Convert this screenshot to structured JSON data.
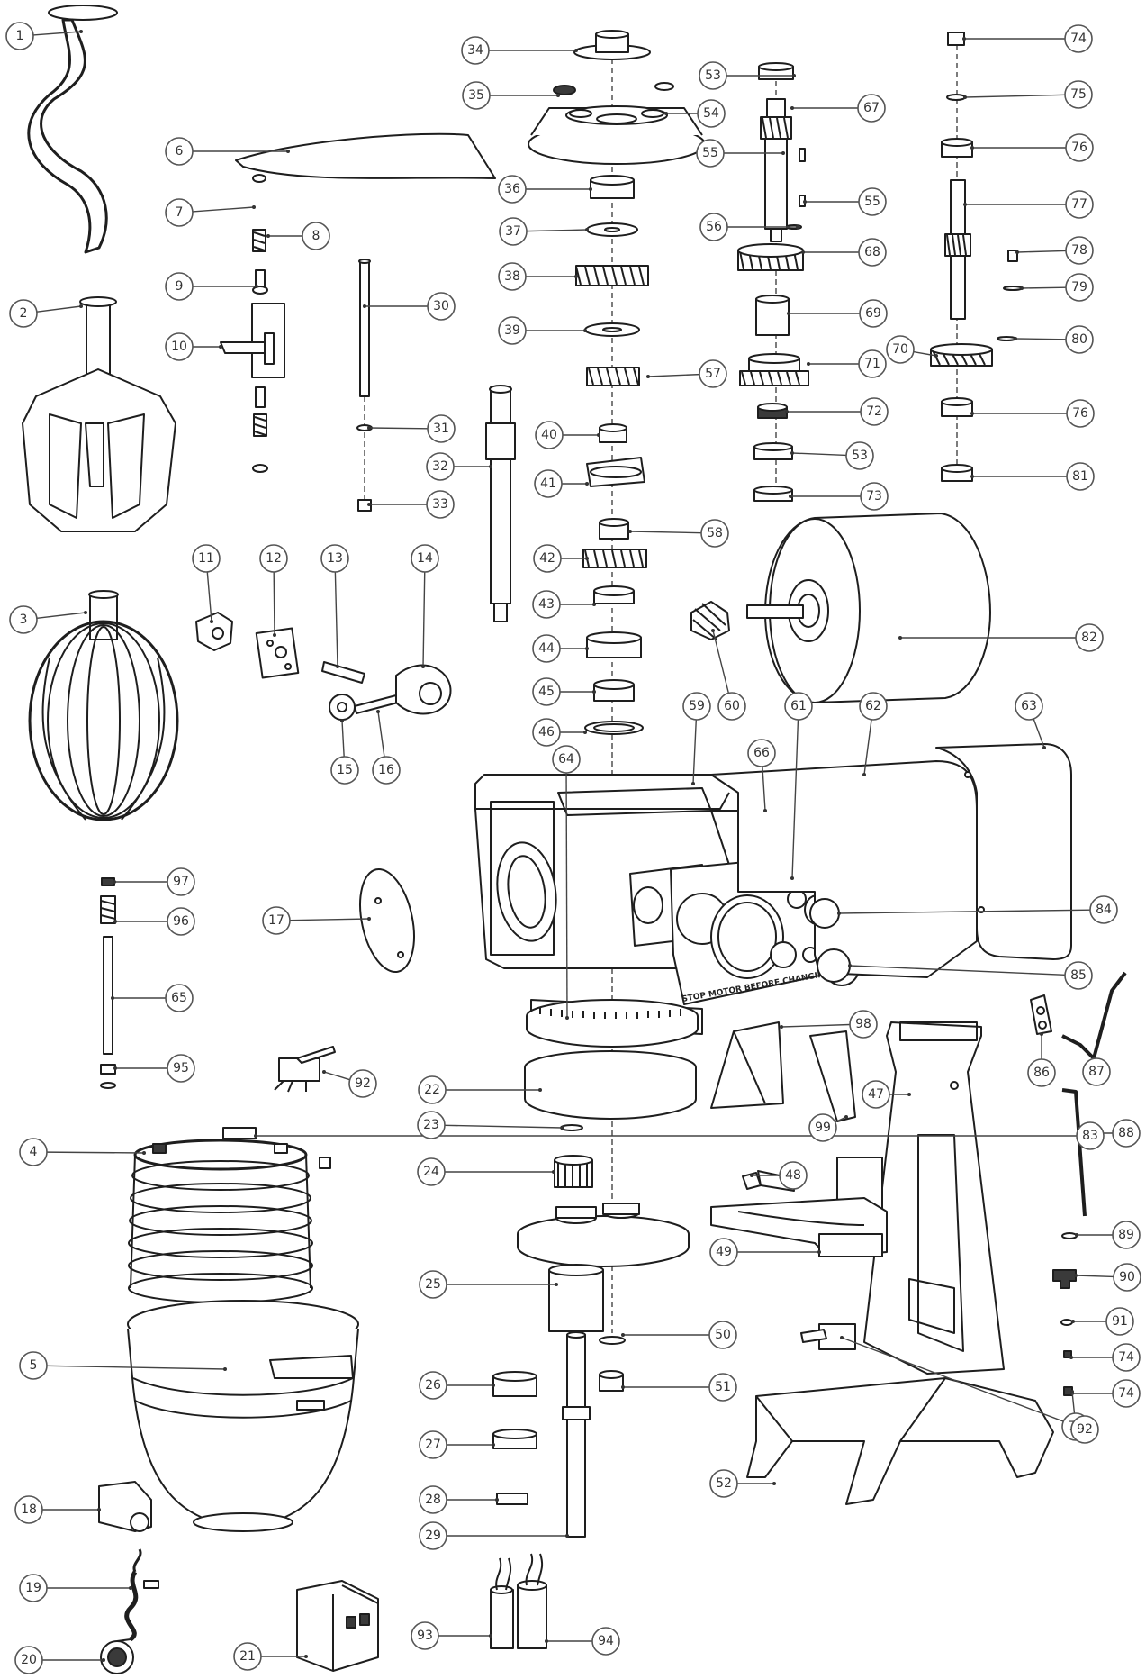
{
  "plate_text": "STOP MOTOR BEFORE CHANGING SPEED",
  "callouts": [
    "1",
    "2",
    "3",
    "4",
    "5",
    "6",
    "7",
    "8",
    "9",
    "10",
    "11",
    "12",
    "13",
    "14",
    "15",
    "16",
    "17",
    "18",
    "19",
    "20",
    "21",
    "22",
    "23",
    "24",
    "25",
    "26",
    "27",
    "28",
    "29",
    "30",
    "31",
    "32",
    "33",
    "34",
    "35",
    "36",
    "37",
    "38",
    "39",
    "40",
    "41",
    "42",
    "43",
    "44",
    "45",
    "46",
    "47",
    "48",
    "49",
    "50",
    "51",
    "52",
    "53",
    "53",
    "54",
    "55",
    "55",
    "56",
    "57",
    "58",
    "59",
    "60",
    "61",
    "62",
    "63",
    "64",
    "65",
    "66",
    "67",
    "68",
    "69",
    "70",
    "71",
    "72",
    "73",
    "74",
    "74",
    "74",
    "74",
    "75",
    "76",
    "76",
    "77",
    "78",
    "79",
    "80",
    "81",
    "82",
    "83",
    "84",
    "85",
    "86",
    "87",
    "88",
    "89",
    "90",
    "91",
    "92",
    "92",
    "93",
    "94",
    "95",
    "96",
    "97",
    "98",
    "99"
  ]
}
